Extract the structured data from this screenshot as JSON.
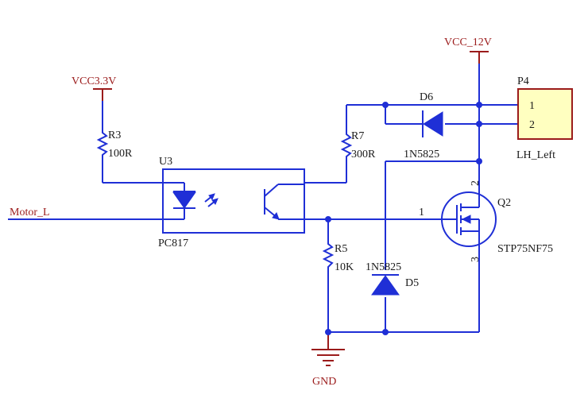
{
  "nets": {
    "vcc33": "VCC3.3V",
    "vcc12": "VCC_12V",
    "gnd": "GND",
    "motor": "Motor_L"
  },
  "r3": {
    "ref": "R3",
    "value": "100R"
  },
  "r7": {
    "ref": "R7",
    "value": "300R"
  },
  "r5": {
    "ref": "R5",
    "value": "10K"
  },
  "u3": {
    "ref": "U3",
    "part": "PC817"
  },
  "d6": {
    "ref": "D6",
    "part": "1N5825"
  },
  "d5": {
    "ref": "D5",
    "part": "1N5825"
  },
  "q2": {
    "ref": "Q2",
    "part": "STP75NF75",
    "pin_gate": "1",
    "pin_drain": "2",
    "pin_source": "3"
  },
  "p4": {
    "ref": "P4",
    "pin1": "1",
    "pin2": "2",
    "name": "LH_Left"
  },
  "colors": {
    "wire": "#1f2fd6",
    "power": "#9b1b1b",
    "connector_fill": "#ffffc0",
    "connector_stroke": "#9b1b1b"
  }
}
